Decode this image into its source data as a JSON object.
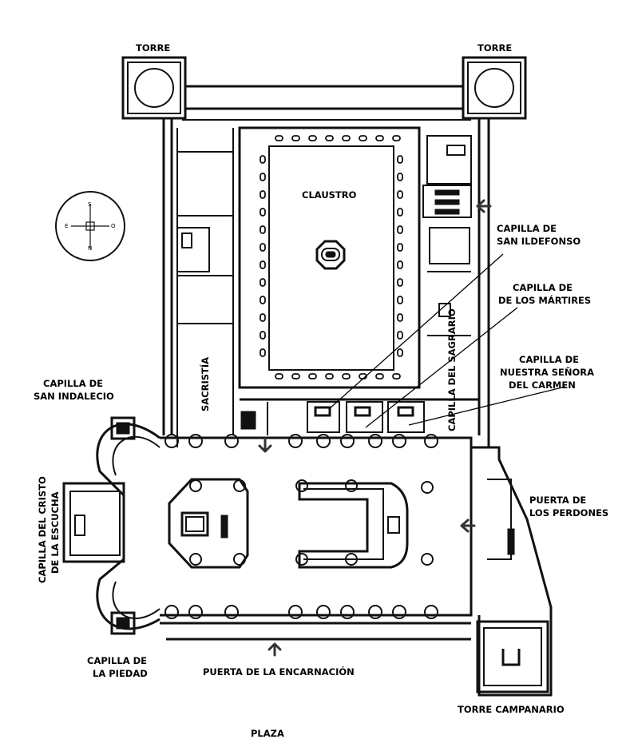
{
  "labels": {
    "torre_left": "TORRE",
    "torre_right": "TORRE",
    "claustro": "CLAUSTRO",
    "capilla_san_ildefonso_1": "CAPILLA DE",
    "capilla_san_ildefonso_2": "SAN ILDEFONSO",
    "capilla_martires_1": "CAPILLA DE",
    "capilla_martires_2": "DE LOS MÁRTIRES",
    "capilla_carmen_1": "CAPILLA DE",
    "capilla_carmen_2": "NUESTRA SEÑORA",
    "capilla_carmen_3": "DEL CARMEN",
    "capilla_sagrario": "CAPILLA DEL SAGRARIO",
    "sacristia": "SACRISTÍA",
    "capilla_san_indalecio_1": "CAPILLA DE",
    "capilla_san_indalecio_2": "SAN INDALECIO",
    "capilla_cristo_1": "CAPILLA DEL CRISTO",
    "capilla_cristo_2": "DE LA ESCUCHA",
    "puerta_perdones_1": "PUERTA DE",
    "puerta_perdones_2": "LOS PERDONES",
    "capilla_piedad_1": "CAPILLA DE",
    "capilla_piedad_2": "LA PIEDAD",
    "puerta_encarnacion": "PUERTA DE LA ENCARNACIÓN",
    "torre_campanario": "TORRE CAMPANARIO",
    "plaza": "PLAZA"
  },
  "compass": {
    "n": "N",
    "s": "S",
    "e": "E",
    "o": "O"
  },
  "icons": [
    "compass-rose-icon",
    "entrance-arrow-icon"
  ]
}
